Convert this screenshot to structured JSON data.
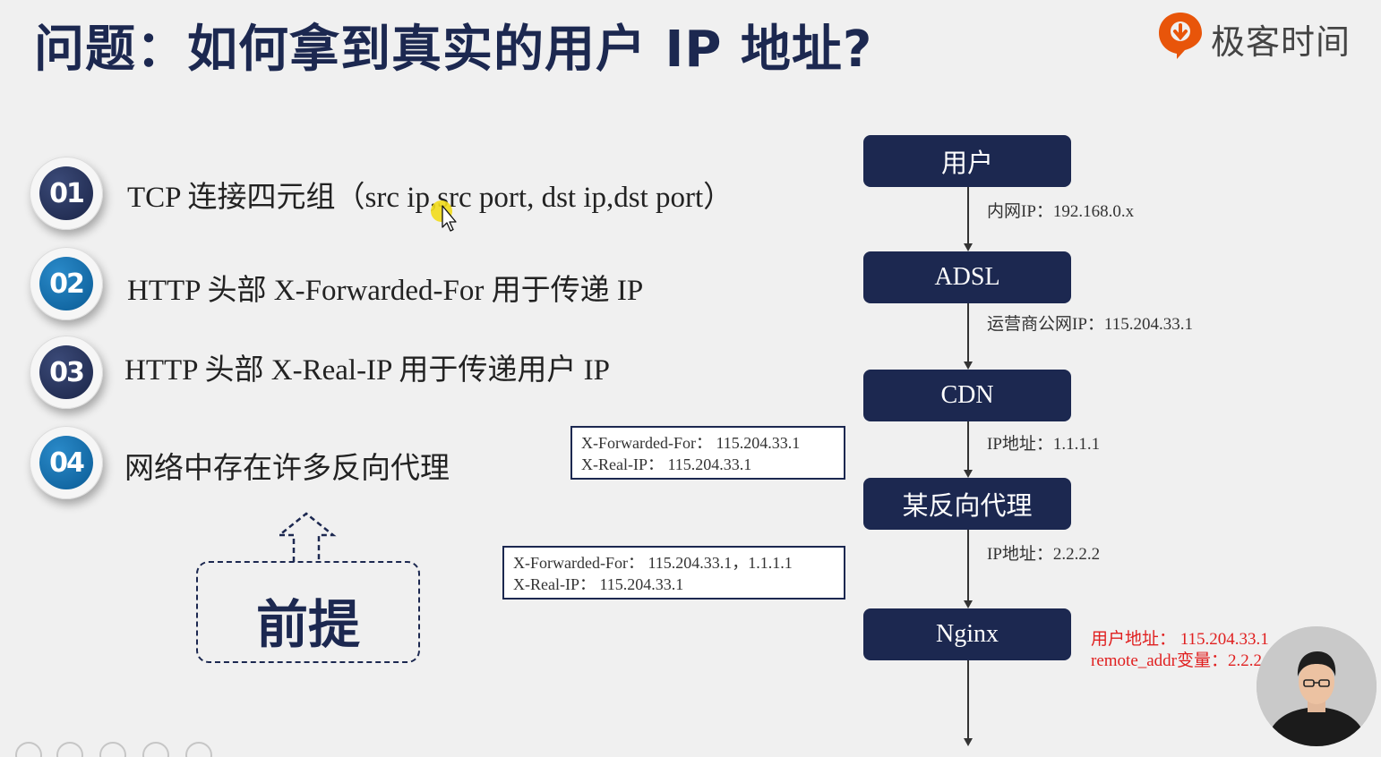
{
  "slide": {
    "title": "问题：如何拿到真实的用户 IP 地址?",
    "brand": {
      "name": "极客时间",
      "accent_color": "#e8550a"
    }
  },
  "list": [
    {
      "num": "01",
      "text": "TCP 连接四元组（src ip,src port, dst ip,dst port）"
    },
    {
      "num": "02",
      "text": "HTTP 头部 X-Forwarded-For 用于传递 IP"
    },
    {
      "num": "03",
      "text": "HTTP 头部 X-Real-IP 用于传递用户 IP"
    },
    {
      "num": "04",
      "text": "网络中存在许多反向代理"
    }
  ],
  "premise": {
    "label": "前提"
  },
  "header_boxes": [
    {
      "line1": "X-Forwarded-For：  115.204.33.1",
      "line2": "X-Real-IP：  115.204.33.1"
    },
    {
      "line1": "X-Forwarded-For：  115.204.33.1，1.1.1.1",
      "line2": "X-Real-IP：  115.204.33.1"
    }
  ],
  "flow": {
    "nodes": [
      "用户",
      "ADSL",
      "CDN",
      "某反向代理",
      "Nginx"
    ],
    "labels": [
      "内网IP：192.168.0.x",
      "运营商公网IP：115.204.33.1",
      "IP地址：1.1.1.1",
      "IP地址：2.2.2.2"
    ],
    "nginx_notes": [
      "用户地址：  115.204.33.1",
      "remote_addr变量：2.2.2"
    ]
  },
  "colors": {
    "navy": "#1c2850",
    "badge_blue": "#0a5b95",
    "note_red": "#e02020",
    "background": "#f0f0f0"
  }
}
